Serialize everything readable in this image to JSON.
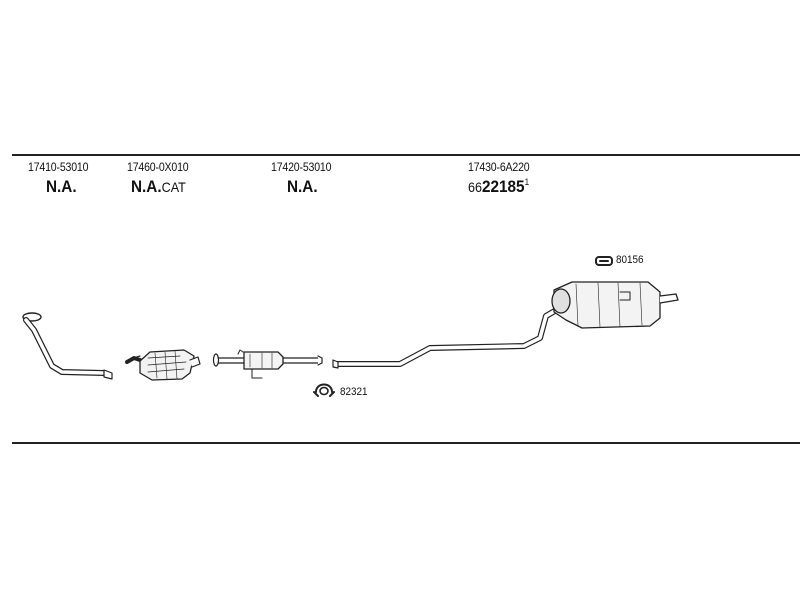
{
  "parts": [
    {
      "part_number": "17410-53010",
      "code": "N.A."
    },
    {
      "part_number": "17460-0X010",
      "code": "N.A.",
      "code_suffix": "CAT"
    },
    {
      "part_number": "17420-53010",
      "code": "N.A."
    },
    {
      "part_number": "17430-6A220",
      "code_prefix": "66",
      "code": "22185",
      "code_superscript": "1"
    }
  ],
  "callouts": {
    "clamp": "82321",
    "hanger": "80156"
  }
}
